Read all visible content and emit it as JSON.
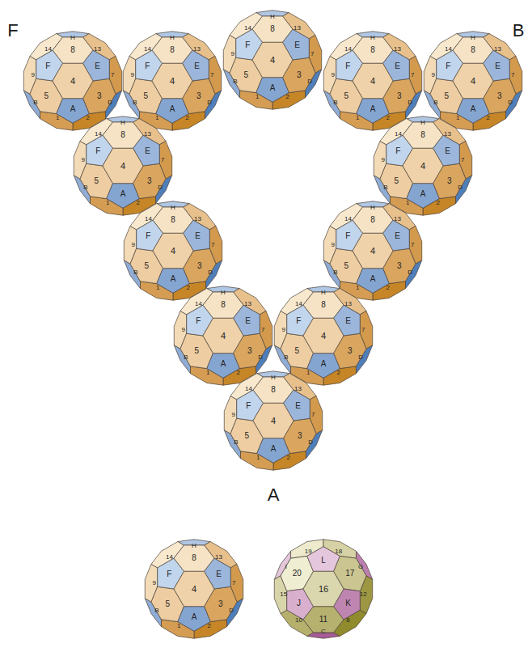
{
  "diagram": {
    "nodes": [
      {
        "text": [
          "H",
          "14",
          "8",
          "13",
          "9",
          "F",
          "E",
          "7",
          "4",
          "5",
          "3",
          "B",
          "A",
          "D",
          "1",
          "2"
        ]
      },
      {
        "text": [
          "H",
          "14",
          "8",
          "13",
          "9",
          "F",
          "E",
          "7",
          "4",
          "5",
          "3",
          "B",
          "A",
          "D",
          "1",
          "2"
        ]
      },
      {
        "text": [
          "H",
          "14",
          "8",
          "13",
          "9",
          "F",
          "E",
          "7",
          "4",
          "5",
          "3",
          "B",
          "A",
          "D",
          "1",
          "2"
        ]
      },
      {
        "text": [
          "H",
          "14",
          "8",
          "13",
          "9",
          "F",
          "E",
          "7",
          "4",
          "5",
          "3",
          "B",
          "A",
          "D",
          "1",
          "2"
        ]
      },
      {
        "text": [
          "H",
          "14",
          "8",
          "13",
          "9",
          "F",
          "E",
          "7",
          "4",
          "5",
          "3",
          "B",
          "A",
          "D",
          "1",
          "2"
        ]
      },
      {
        "text": [
          "H",
          "14",
          "8",
          "13",
          "9",
          "F",
          "E",
          "7",
          "4",
          "5",
          "3",
          "B",
          "A",
          "D",
          "1",
          "2"
        ]
      },
      {
        "text": [
          "H",
          "14",
          "8",
          "13",
          "9",
          "F",
          "E",
          "7",
          "4",
          "5",
          "3",
          "B",
          "A",
          "D",
          "1",
          "2"
        ]
      },
      {
        "text": [
          "H",
          "14",
          "8",
          "13",
          "9",
          "F",
          "E",
          "7",
          "4",
          "5",
          "3",
          "B",
          "A",
          "D",
          "1",
          "2"
        ]
      },
      {
        "text": [
          "H",
          "14",
          "8",
          "13",
          "9",
          "F",
          "E",
          "7",
          "4",
          "5",
          "3",
          "B",
          "A",
          "D",
          "1",
          "2"
        ]
      },
      {
        "text": [
          "H",
          "14",
          "8",
          "13",
          "9",
          "F",
          "E",
          "7",
          "4",
          "5",
          "3",
          "B",
          "A",
          "D",
          "1",
          "2"
        ]
      },
      {
        "text": [
          "H",
          "14",
          "8",
          "13",
          "9",
          "F",
          "E",
          "7",
          "4",
          "5",
          "3",
          "B",
          "A",
          "D",
          "1",
          "2"
        ]
      },
      {
        "text": [
          "H",
          "14",
          "8",
          "13",
          "9",
          "F",
          "E",
          "7",
          "4",
          "5",
          "3",
          "B",
          "A",
          "D",
          "1",
          "2"
        ]
      },
      {
        "text": [
          "H",
          "14",
          "8",
          "13",
          "9",
          "F",
          "E",
          "7",
          "4",
          "5",
          "3",
          "B",
          "A",
          "D",
          "1",
          "2"
        ]
      },
      {
        "text": [
          "19",
          "18",
          "L",
          "I",
          "20",
          "17",
          "G",
          "15",
          "16",
          "12",
          "J",
          "K",
          "10",
          "11",
          "6",
          "C"
        ]
      }
    ],
    "labels": [
      "F",
      "B",
      "A"
    ]
  }
}
